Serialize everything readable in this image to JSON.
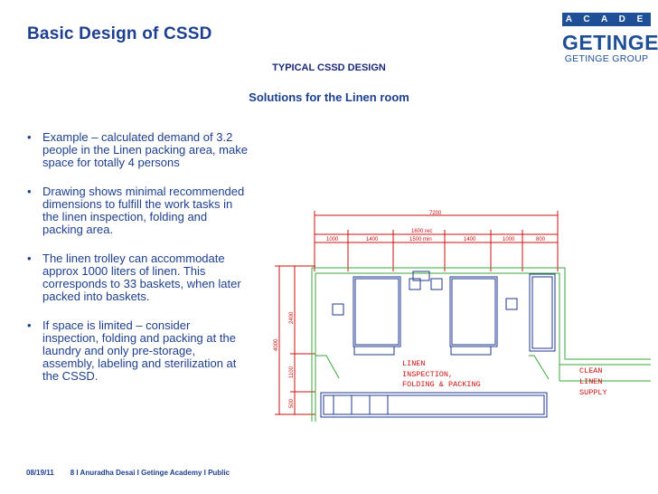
{
  "header": {
    "title": "Basic Design of CSSD",
    "subtitle": "TYPICAL CSSD DESIGN",
    "section": "Solutions for the Linen room"
  },
  "logo": {
    "academy": "A C A D E M Y",
    "brand": "GETINGE",
    "group": "GETINGE GROUP"
  },
  "bullets": [
    "Example – calculated demand of 3.2 people in the Linen packing area, make space for totally 4 persons",
    "Drawing shows minimal recommended dimensions to fulfill the work tasks in the linen inspection, folding and packing area.",
    "The linen trolley can accommodate approx 1000 liters of linen. This corresponds to 33 baskets, when later packed into baskets.",
    "If space is limited – consider inspection, folding and packing at the laundry and only pre-storage, assembly, labeling and sterilization at the CSSD."
  ],
  "bullet_marker": "•",
  "drawing": {
    "overall_width": "7200",
    "dims_top": [
      "1000",
      "1400",
      "1400",
      "1000",
      "800"
    ],
    "dim_center_line1": "1600 rec",
    "dim_center_line2": "1500 min",
    "overall_height": "4000",
    "dims_left": [
      "2400",
      "1100",
      "500"
    ],
    "label_linen_line1": "LINEN",
    "label_linen_line2": "INSPECTION,",
    "label_linen_line3": "FOLDING & PACKING",
    "label_clean_line1": "CLEAN",
    "label_clean_line2": "LINEN",
    "label_clean_line3": "SUPPLY"
  },
  "footer": {
    "date": "08/19/11",
    "page_number": "8",
    "credit": "I Anuradha Desai I Getinge Academy I Public"
  },
  "colors": {
    "title_blue": "#1d3f8f",
    "logo_blue": "#1f4f96",
    "dimension_red": "#cc1111",
    "wall_green": "#3aa63a",
    "furniture_blue": "#1f3a8f"
  }
}
